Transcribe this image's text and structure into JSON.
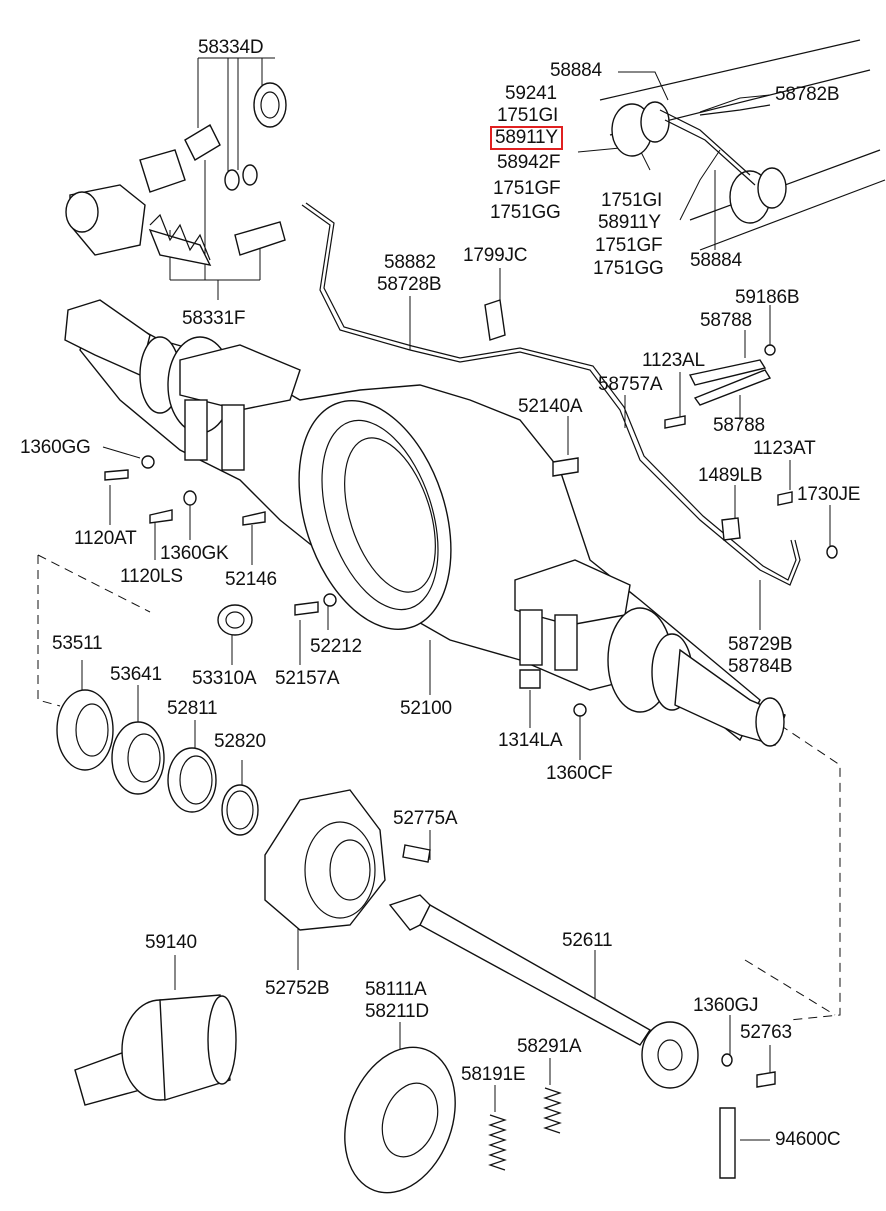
{
  "diagram": {
    "highlight_color": "#e02020",
    "highlighted_part": "58911Y",
    "labels": [
      "58334D",
      "58884",
      "59241",
      "1751GI",
      "58911Y",
      "58782B",
      "58942F",
      "1751GF",
      "1751GG",
      "1751GI",
      "58911Y",
      "1751GF",
      "1751GG",
      "58884",
      "58882",
      "58728B",
      "1799JC",
      "58331F",
      "59186B",
      "58788",
      "1123AL",
      "58757A",
      "58788",
      "52140A",
      "1360GG",
      "1123AT",
      "1489LB",
      "1730JE",
      "1120AT",
      "1360GK",
      "1120LS",
      "52146",
      "53511",
      "58729B",
      "58784B",
      "53641",
      "52212",
      "53310A",
      "52157A",
      "52811",
      "52100",
      "52820",
      "1314LA",
      "1360CF",
      "52775A",
      "59140",
      "52611",
      "52752B",
      "58111A",
      "58211D",
      "1360GJ",
      "52763",
      "58291A",
      "58191E",
      "94600C"
    ]
  }
}
